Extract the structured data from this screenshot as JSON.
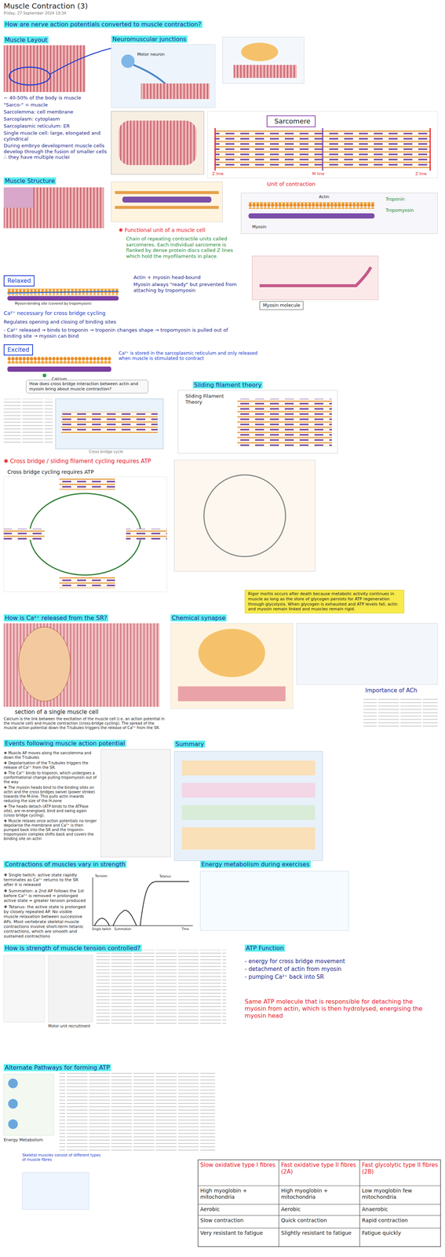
{
  "diagram": {
    "title": "Muscle Contraction (3)",
    "nodes": [
      {
        "text": [
          "Relaxed"
        ]
      },
      {
        "text": [
          "Excited"
        ]
      },
      {
        "text": [
          "How does cross bridge interaction between actin and myosin bring about muscle contraction?"
        ]
      },
      {
        "text": [
          "Myosin molecule"
        ]
      },
      {
        "text": [
          "Rigor mortis occurs after death because metabolic activity continues in muscle as long as the store of glycogen persists for ATP regeneration through glycolysis. When glycogen is exhausted and ATP levels fall, actin and myosin remain linked and muscles remain rigid."
        ]
      }
    ],
    "labels": [
      "Friday, 27 September 2024    19:34",
      "How are nerve action potentials converted to muscle contraction?",
      "Muscle Layout",
      "Neuromuscular junctions",
      "Motor neuron",
      "~ 40-50% of the body is muscle",
      "\"Sarco-\" = muscle",
      "Sarcolemma: cell membrane",
      "Sarcoplasm: cytoplasm",
      "Sarcoplasmic reticulum: ER",
      "Single muscle cell: large, elongated and cylindrical",
      "During embryo development muscle cells develop through the fusion of smaller cells ∴ they have multiple nuclei",
      "Muscle Structure",
      "Sarcomere",
      "Z line",
      "M line",
      "Z line",
      "Unit of contraction",
      "✱ Functional unit of a muscle cell",
      "Chain of repeating contractile units called sarcomeres. Each individual sarcomere is flanked by dense protein discs called Z lines which hold the myofilaments in place.",
      "Myosin",
      "Actin",
      "Troponin",
      "Tropomyosin",
      "Actin + myosin head-bound",
      "Myosin always \"ready\" but prevented from attaching by tropomyosin",
      "Myosin-binding site (covered by tropomyosin)",
      "Ca²⁺ necessary for cross bridge cycling",
      "Regulates opening and closing of binding sites",
      "- Ca²⁺ released → binds to troponin → troponin changes shape → tropomyosin is pulled out of binding site → myosin can bind",
      "Ca²⁺ is stored in the sarcoplasmic reticulum and only released when muscle is stimulated to contract",
      "Calcium",
      "Sliding filament theory",
      "Sliding Filament Theory",
      "Cross bridge cycle",
      "✱ Cross bridge / sliding filament cycling requires ATP",
      "Cross bridge cycling requires ATP",
      "How is Ca²⁺ released from the SR?",
      "Chemical synapse",
      "Importance of ACh",
      "section of a single muscle cell",
      "Calcium is the link between the excitation of the muscle cell (i.e. an action potential in the muscle cell) and muscle contraction (cross-bridge cycling). The spread of the muscle action potential down the T-tubules triggers the release of Ca²⁺ from the SR.",
      "Events following muscle action potential",
      "Summary",
      "❖ Muscle AP moves along the sarcolemma and down the T-tubules",
      "❖ Depolarisation of the T-tubules triggers the release of Ca²⁺ from the SR.",
      "❖ The Ca²⁺ binds to troponin, which undergoes a conformational change pulling tropomyosin out of the way",
      "❖ The myosin heads bind to the binding sites on actin and the cross bridges swivel (power stroke) towards the M-line. This pulls actin inwards reducing the size of the H-zone",
      "❖ The heads detach (ATP binds to the ATPase site), are re-energised, bind and swing again (cross bridge cycling).",
      "❖ Muscle relaxes once action potentials no longer depolarise the membrane and Ca²⁺ is then pumped back into the SR and the troponin-tropomyosin complex shifts back and covers the binding site on actin",
      "Contractions of muscles vary in strength",
      "❖ Single twitch: active state rapidly terminates as Ca²⁺ returns to the SR after it is released",
      "❖ Summation: a 2nd AP follows the 1st before Ca²⁺ is removed = prolonged active state = greater tension produced",
      "❖ Tetanus: the active state is prolonged by closely repeated AP. No visible muscle relaxation between successive APs. Most vertebrate skeletal muscle contractions involve short-term tetanic contractions, which are smooth and sustained contractions",
      "Energy metabolism during exercises",
      "Tension",
      "Single twitch",
      "Summation",
      "Tetanus",
      "Time",
      "How is strength of muscle tension controlled?",
      "ATP Function",
      "- energy for cross bridge movement",
      "- detachment of actin from myosin",
      "- pumping Ca²⁺ back into SR",
      "Same ATP molecule that is responsible for detaching the myosin from actin, which is then hydrolysed, energising the myosin head",
      "Motor unit recruitment",
      "Alternate Pathways for forming ATP",
      "Energy Metabolism",
      "Skeletal muscles consist of different types of muscle fibres",
      "Slow oxidative type I fibres",
      "Fast oxidative type II fibres (2A)",
      "Fast glycolytic type II fibres (2B)",
      "High myoglobin + mitochondria",
      "High myoglobin + mitochondria",
      "Low myoglobin few mitochondria",
      "Aerobic",
      "Aerobic",
      "Anaerobic",
      "Slow contraction",
      "Quick contraction",
      "Rapid contraction",
      "Very resistant to fatigue",
      "Slightly resistant to fatigue",
      "Fatigue quickly"
    ]
  }
}
